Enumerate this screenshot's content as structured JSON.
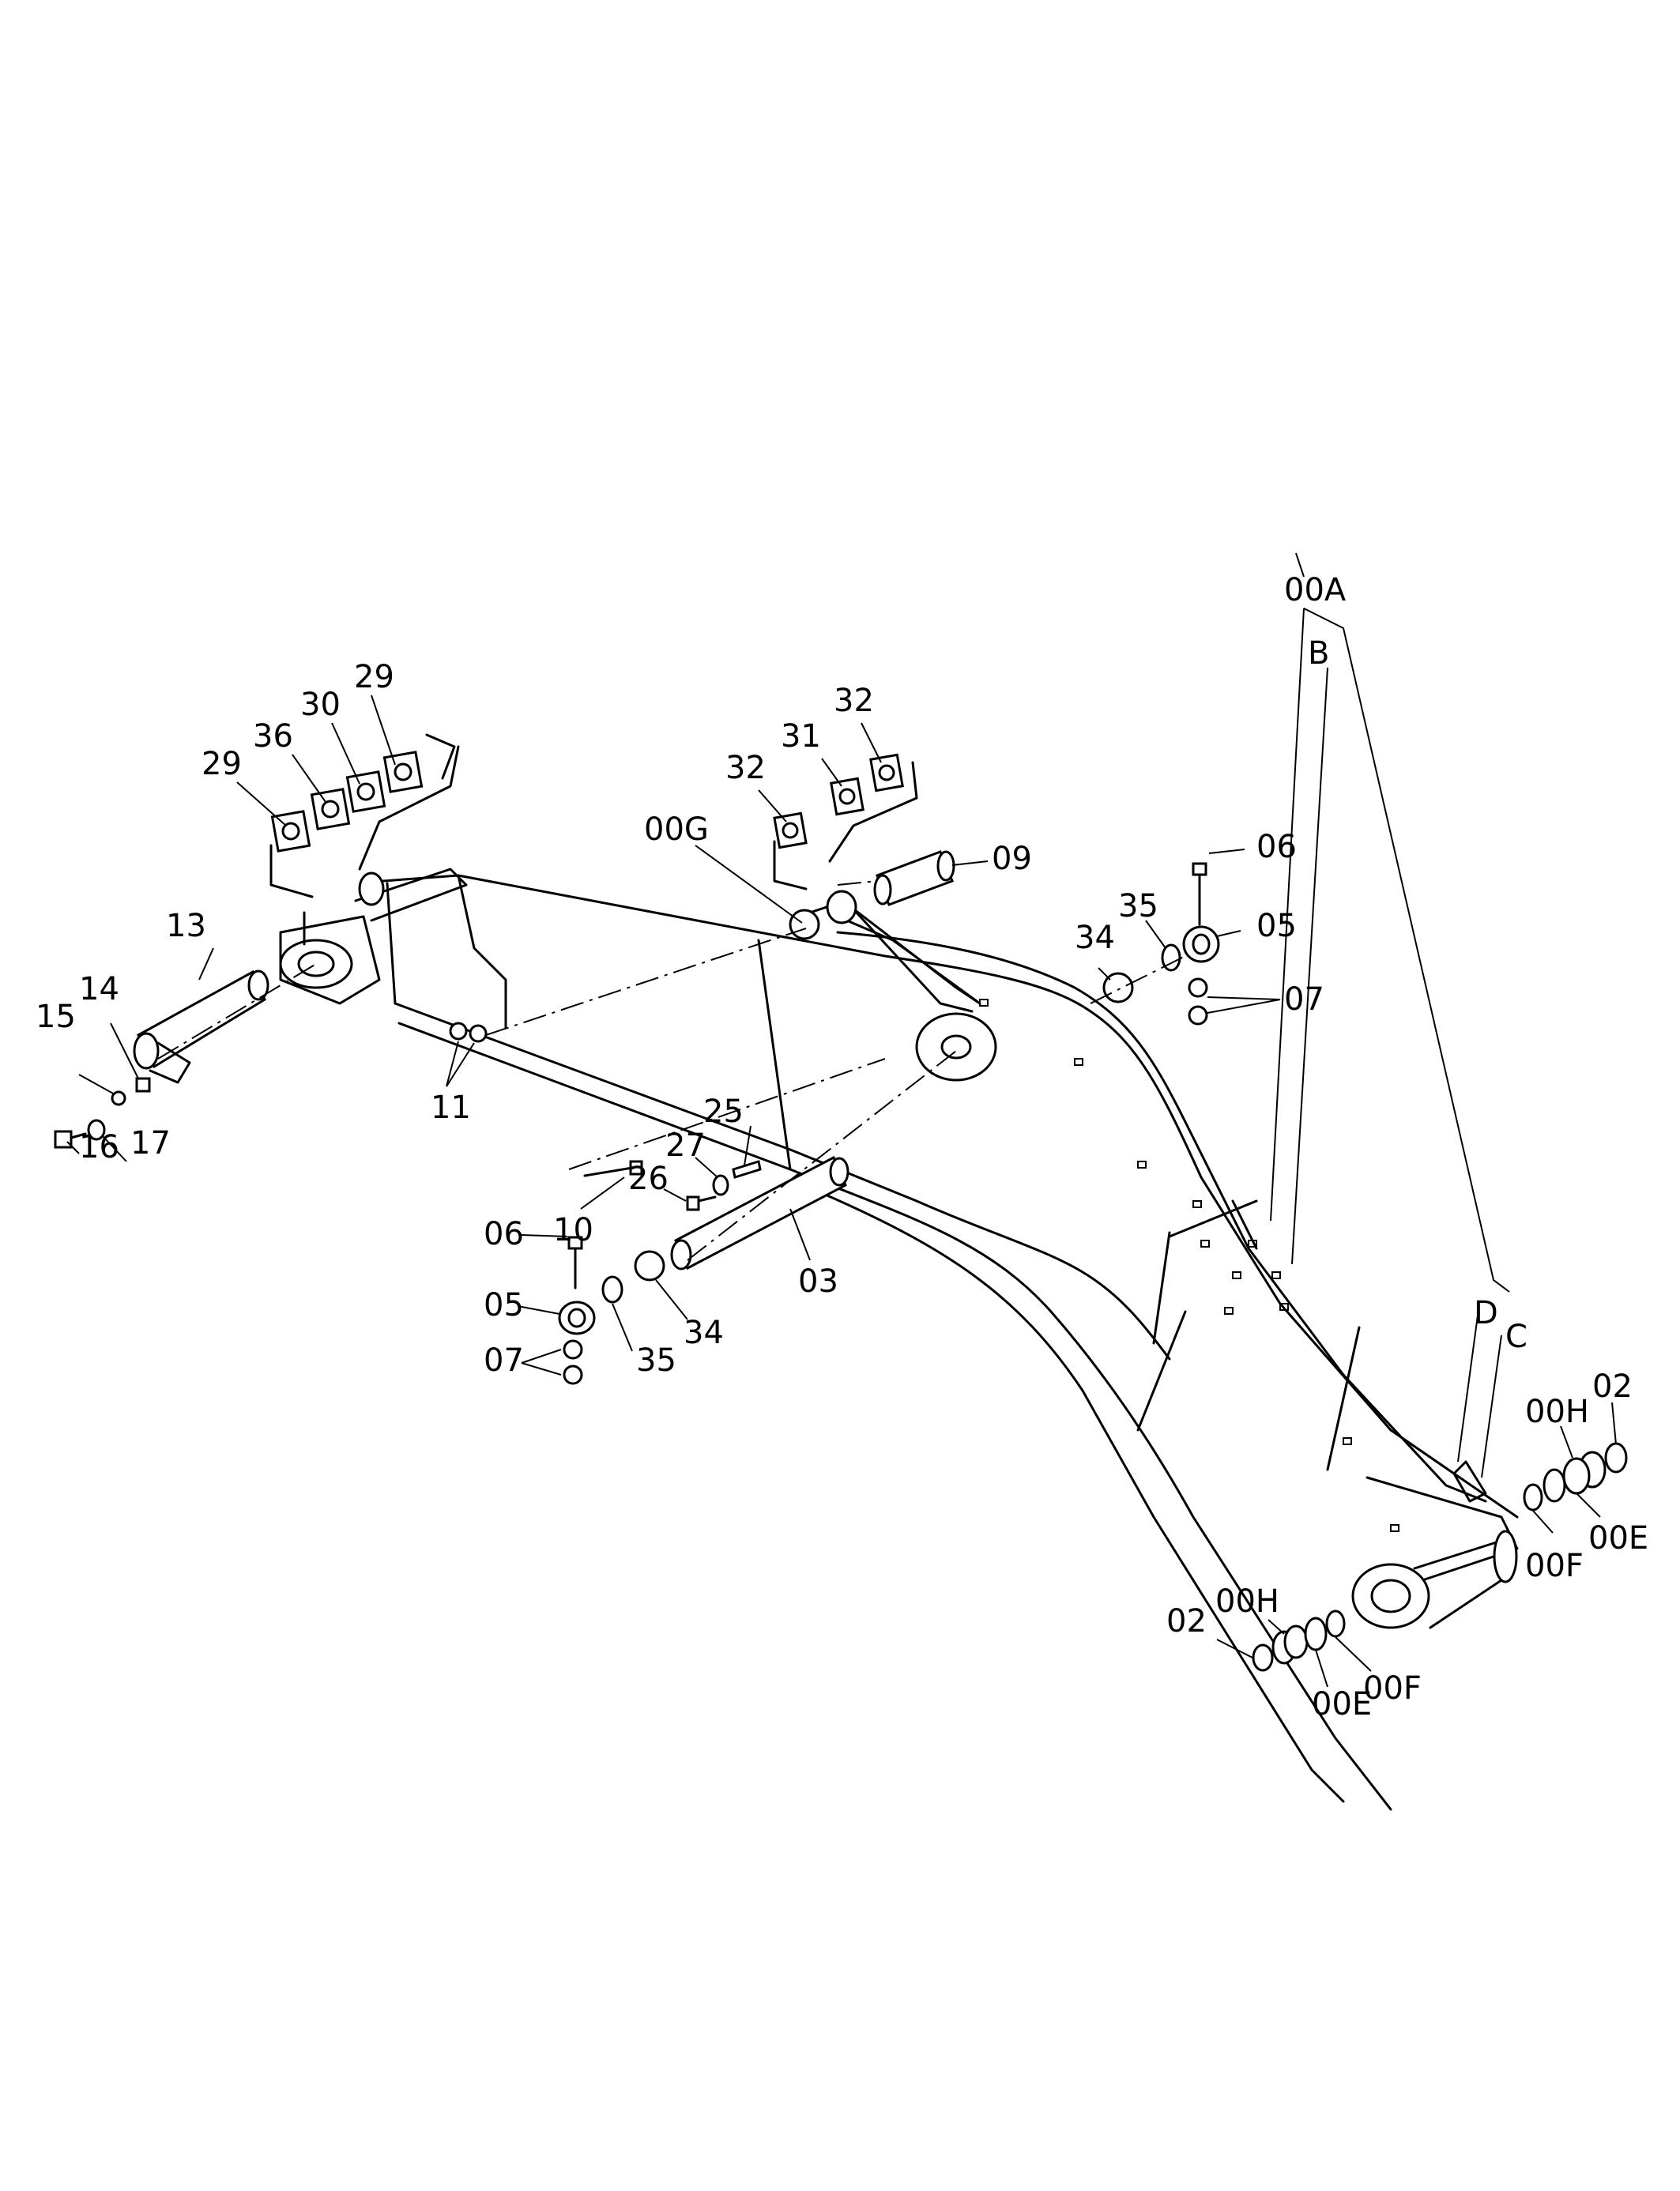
{
  "labels": {
    "l29a": "29",
    "l36": "36",
    "l30": "30",
    "l29b": "29",
    "l32a": "32",
    "l31": "31",
    "l32b": "32",
    "l00G": "00G",
    "l09": "09",
    "l06a": "06",
    "l35a": "35",
    "l05a": "05",
    "l34a": "34",
    "l07a": "07",
    "l13": "13",
    "l14": "14",
    "l15": "15",
    "l16": "16",
    "l17": "17",
    "l11": "11",
    "l10": "10",
    "l25": "25",
    "l27": "27",
    "l26": "26",
    "l03": "03",
    "l00A": "00A",
    "lB": "B",
    "lD": "D",
    "lC": "C",
    "l06b": "06",
    "l05b": "05",
    "l07b": "07",
    "l35b": "35",
    "l34b": "34",
    "l02a": "02",
    "l00Ha": "00H",
    "l00Ea": "00E",
    "l00Fa": "00F",
    "l02b": "02",
    "l00Hb": "00H",
    "l00Eb": "00E",
    "l00Fb": "00F"
  }
}
